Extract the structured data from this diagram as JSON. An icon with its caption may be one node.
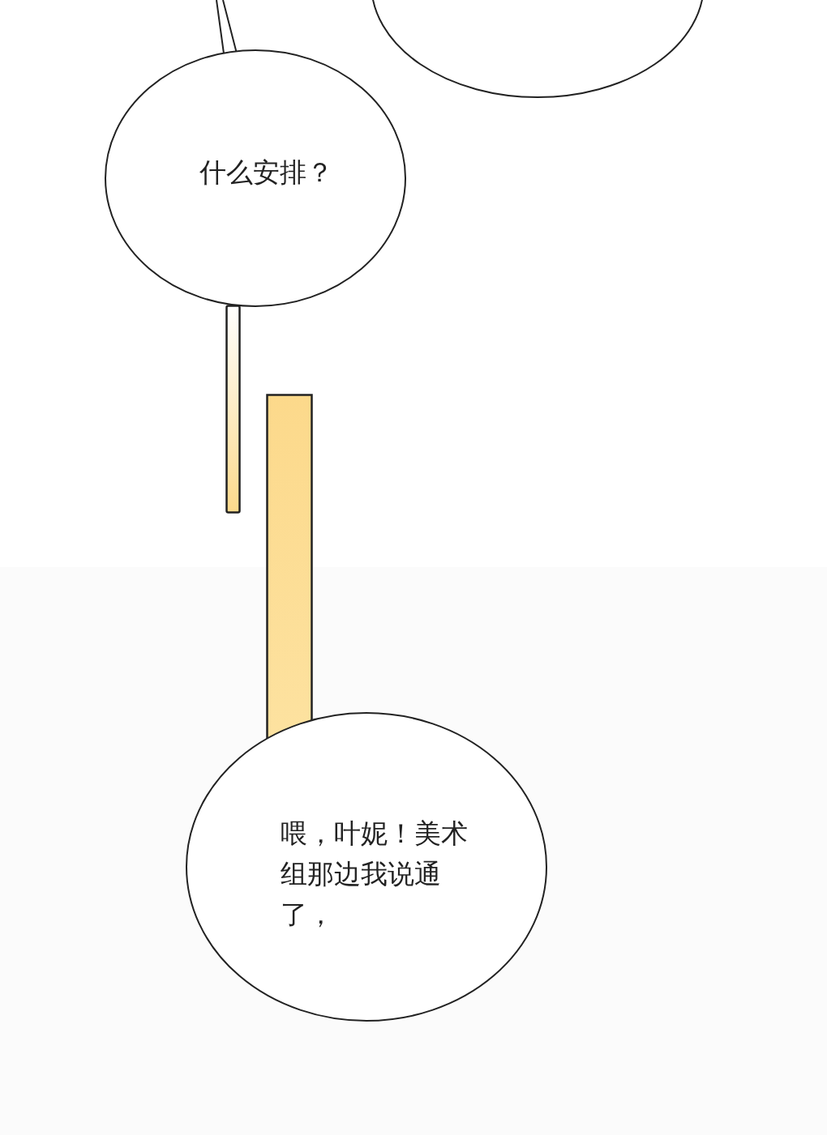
{
  "diagram": {
    "nodes": [
      {
        "text": [],
        "shape": "circle"
      },
      {
        "text": [
          "什么安排？"
        ]
      },
      {
        "text": [
          "喂，叶妮！美术组那边我说通了，"
        ]
      }
    ]
  }
}
